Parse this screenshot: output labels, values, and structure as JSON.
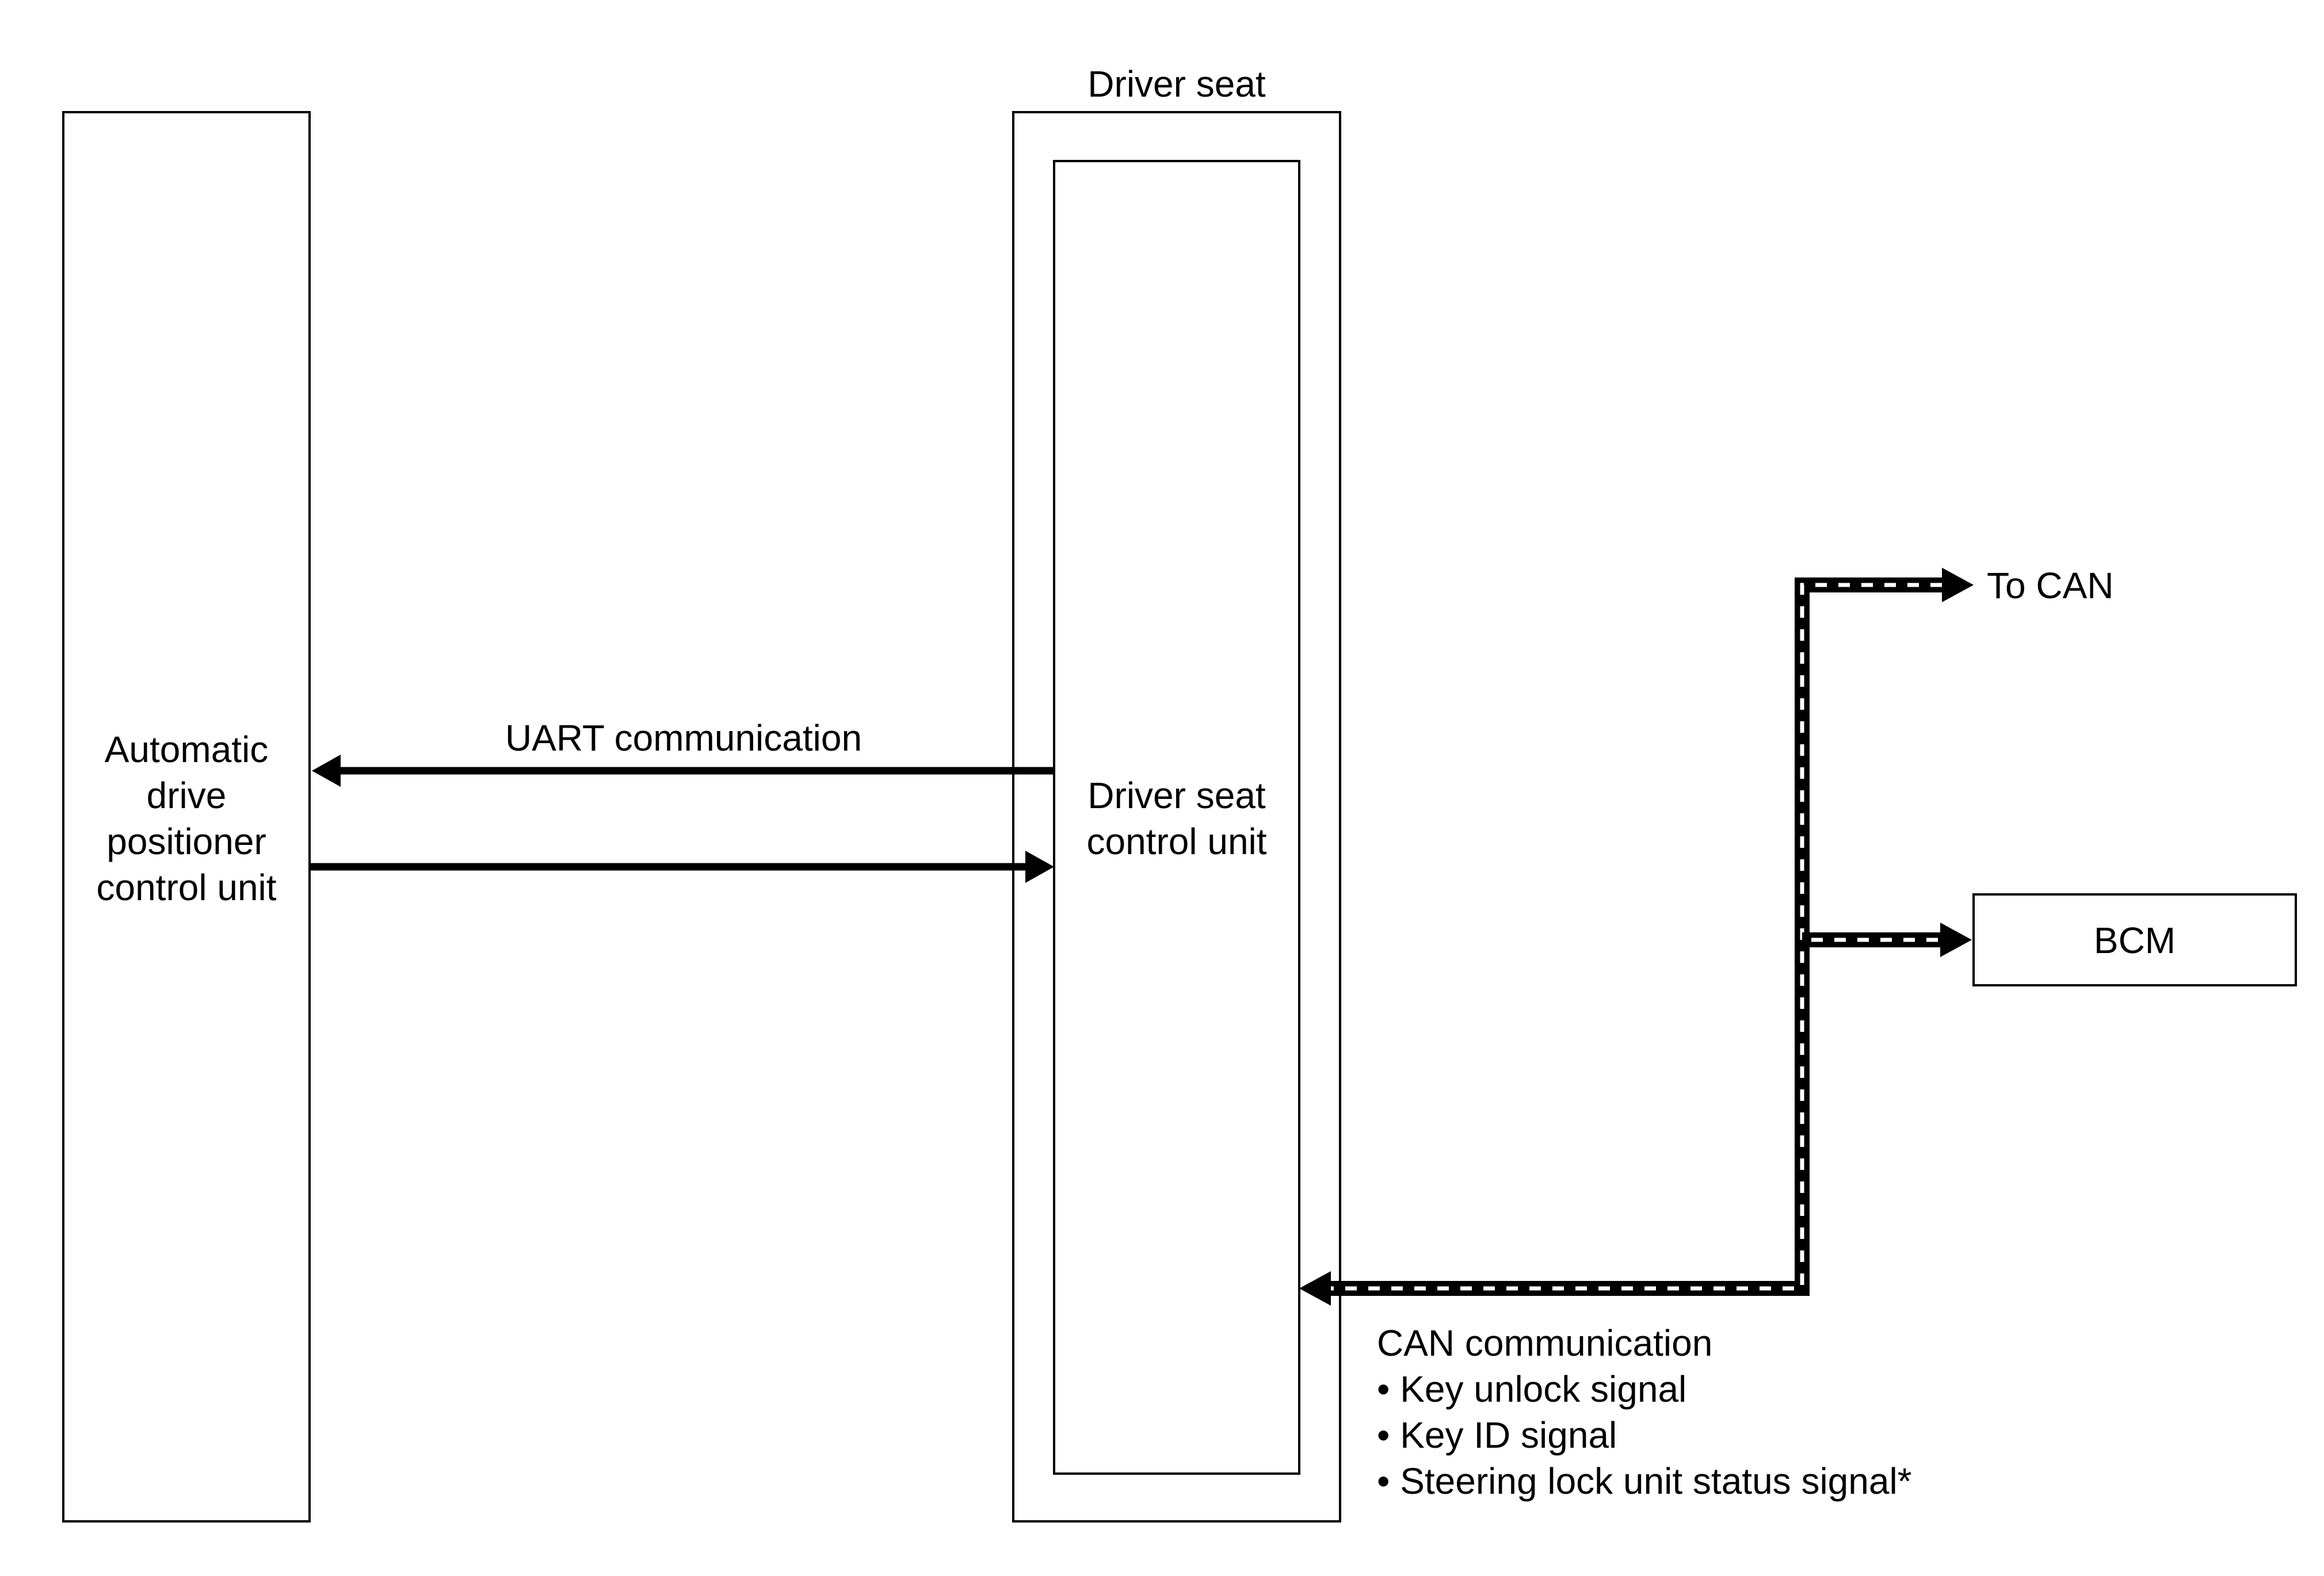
{
  "diagram": {
    "left_unit": {
      "lines": [
        "Automatic",
        "drive",
        "positioner",
        "control unit"
      ]
    },
    "driver_seat": {
      "label": "Driver seat",
      "control_unit_lines": [
        "Driver seat",
        "control unit"
      ]
    },
    "bcm": {
      "label": "BCM"
    },
    "uart": {
      "label": "UART communication"
    },
    "to_can": {
      "label": "To CAN"
    },
    "can": {
      "title": "CAN communication",
      "signals": [
        "• Key unlock signal",
        "• Key ID signal",
        "• Steering lock unit status signal*"
      ]
    }
  }
}
